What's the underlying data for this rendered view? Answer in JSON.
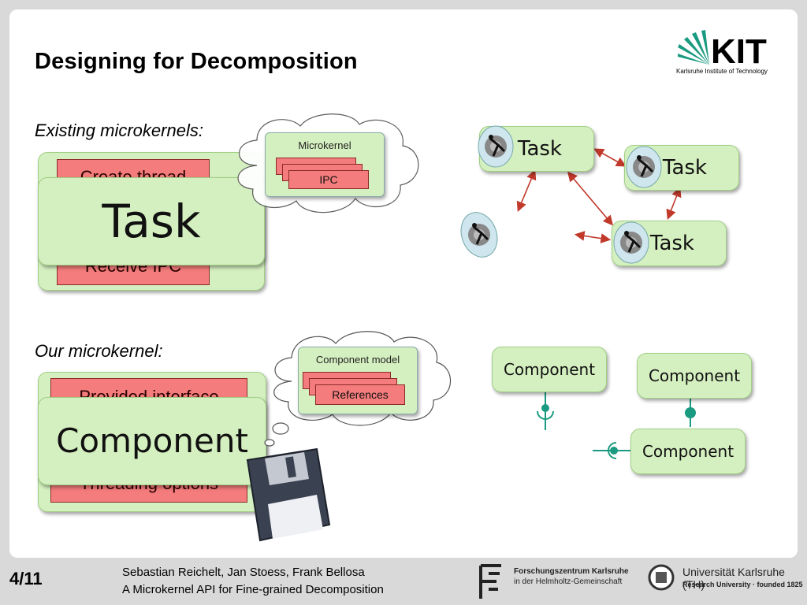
{
  "slide": {
    "title": "Designing for Decomposition",
    "logo": {
      "text": "KIT",
      "subtext": "Karlsruhe Institute of Technology"
    },
    "existing": {
      "label": "Existing microkernels:",
      "red_top": "Create thread",
      "red_bottom": "Receive IPC",
      "big_box": "Task",
      "cloud_panel": "Microkernel",
      "cloud_item": "IPC"
    },
    "ours": {
      "label": "Our microkernel:",
      "red_top": "Provided interface",
      "red_bottom": "Threading options",
      "big_box": "Component",
      "cloud_panel": "Component model",
      "cloud_item": "References"
    },
    "diagram_top": {
      "nodes": [
        "Task",
        "Task",
        "Task"
      ]
    },
    "diagram_bottom": {
      "nodes": [
        "Component",
        "Component",
        "Component"
      ]
    },
    "icons": [
      "runner-cog-icon",
      "floppy-disk-icon",
      "cloud-icon",
      "kit-logo-icon",
      "fzk-logo-icon",
      "uni-logo-icon"
    ]
  },
  "footer": {
    "page": "4/11",
    "authors": "Sebastian Reichelt, Jan Stoess, Frank Bellosa",
    "talk": "A Microkernel API for Fine-grained Decomposition",
    "fzk_line1": "Forschungszentrum Karlsruhe",
    "fzk_line2": "in der Helmholtz-Gemeinschaft",
    "uni_line1": "Universität Karlsruhe (TH)",
    "uni_line2": "Research University · founded 1825"
  },
  "colors": {
    "green_fill": "#d5f0c0",
    "red_fill": "#f47c7c",
    "arrow": "#c0392b",
    "teal": "#1a9a80"
  }
}
